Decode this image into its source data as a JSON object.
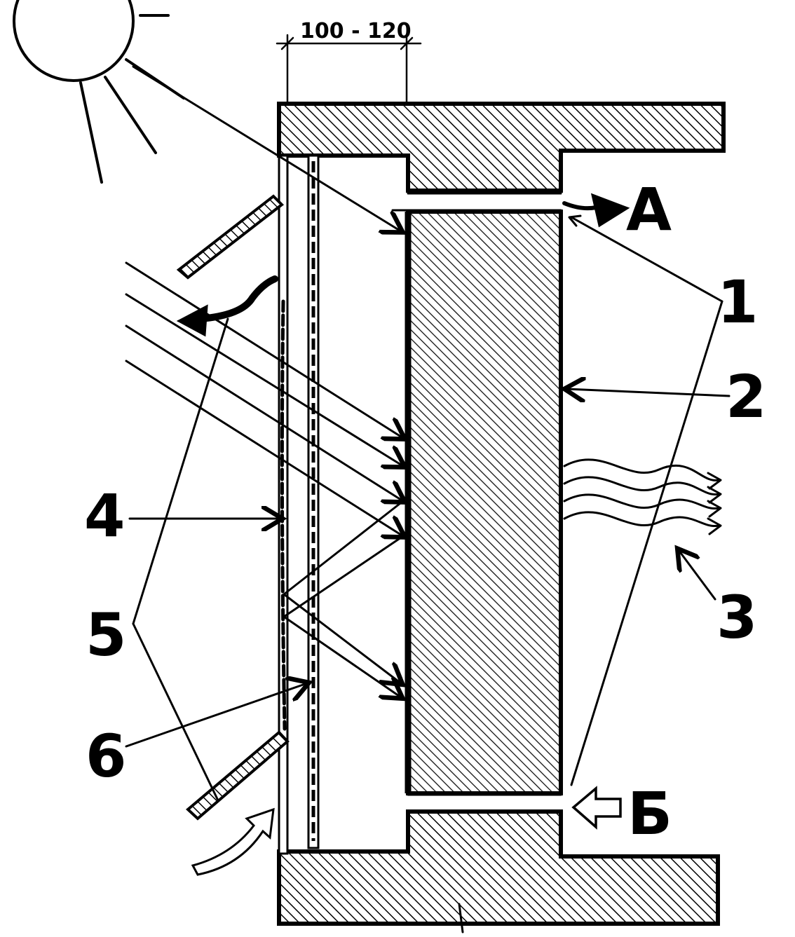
{
  "diagram": {
    "dimension_label": "100 - 120",
    "flow_out_label": "А",
    "flow_in_label": "Б",
    "callouts": [
      "1",
      "2",
      "3",
      "4",
      "5",
      "6"
    ]
  }
}
